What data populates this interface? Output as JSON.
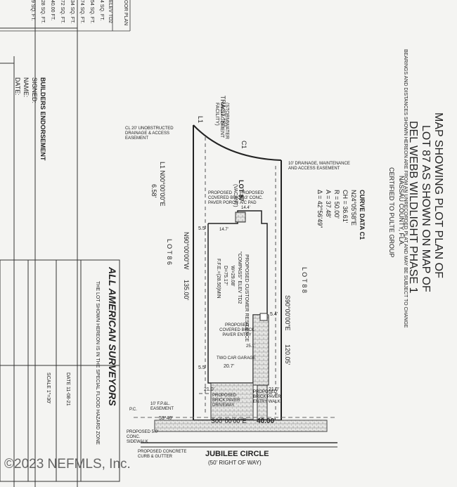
{
  "title": {
    "line1": "MAP SHOWING PLOT PLAN OF",
    "line2": "LOT 87 AS SHOWN ON MAP OF",
    "line3": "DEL WEBB WILDLIGHT PHASE 1",
    "line4": "NASSAU COUNTY, FLA.",
    "line5": "CERTIFIED TO PULTE GROUP",
    "bearings_note": "BEARINGS AND DISTANCES SHOWN HEREON ARE FROM AN UNRECORDED PLAT AND MAY BE SUBJECT TO CHANGE"
  },
  "curve": {
    "header": "CURVE DATA C1",
    "ch_bearing": "N24°05'58\"E",
    "ch": "CH = 36.61'",
    "r": "R = 50.00'",
    "a": "A = 37.48'",
    "delta": "Δ = 42°56'49\""
  },
  "lot": {
    "label": "LOT 87",
    "status": "(VACANT)",
    "adjacent_top": "L O T  8 8",
    "adjacent_bottom": "L O T  8 6",
    "tract": "TRACT \"S\"",
    "tract_desc": "(STORMWATER MANAGEMENT FACILITY)"
  },
  "bearings": {
    "east": "S90°00'00\"E",
    "east_dist": "120.05'",
    "west": "N90°00'00\"W",
    "west_dist": "135.00'",
    "south": "S00°00'00\"E",
    "south_dist": "40.00'",
    "l1": "L1 N00°00'00\"E",
    "l1_dist": "6.58'",
    "c1": "C1",
    "l1_mark": "L1"
  },
  "labels": {
    "residence": "PROPOSED CUSTOMER RESIDENCE",
    "model": "\"COMPASS\" ELEV TD2",
    "w": "W=29.08'",
    "d": "D=75.17'",
    "ffe": "F.F.E.=(28.50)MIN",
    "covered_porch": "PROPOSED COVERED BRICK PAVER PORCH",
    "ac_pad": "PROPOSED 3'x3' CONC. A/C PAD",
    "entry": "PROPOSED COVERED BRICK PAVER ENTRY",
    "garage": "TWO CAR GARAGE",
    "garage_w": "20.7'",
    "driveway": "PROPOSED BRICK PAVER DRIVEWAY",
    "entry_walk": "PROPOSED BRICK PAVER ENTRY WALK",
    "drainage_top": "10' DRAINAGE, MAINTENANCE AND ACCESS EASEMENT",
    "drainage_left": "CL 20' UNOBSTRUCTED DRAINAGE & ACCESS EASEMENT",
    "fpl": "10' F.P.&L. EASEMENT",
    "sidewalk": "PROPOSED 5.0' CONC. SIDEWALK",
    "curb": "PROPOSED CONCRETE CURB & GUTTER",
    "street": "JUBILEE CIRCLE",
    "row": "(50' RIGHT OF WAY)",
    "angle": "53°40'",
    "d55a": "5.5'",
    "d55b": "5.5'",
    "d54": "5.4'",
    "d210a": "21.0'",
    "d210b": "21.0'",
    "d144": "14.4'",
    "d147": "14.7'",
    "d251": "25.1'",
    "pc": "P.C."
  },
  "builders": {
    "heading": "BUILDERS ENDORSEMENT",
    "signed": "SIGNED:",
    "name": "NAME:",
    "date": "DATE:"
  },
  "floor_table": {
    "header": "OOR PLAN",
    "elev": "ELEV TD2",
    "rows": [
      "4 SQ. FT.",
      "54 SQ. FT.",
      "74 SQ. FT.",
      "34 SQ. FT.",
      "72 SQ. FT.",
      "40.00 FT.",
      "28 SQ. FT.",
      "9 SQ. FT."
    ]
  },
  "surveyor": {
    "company": "ALL AMERICAN SURVEYORS",
    "note": "THE LOT SHOWN HEREON IS IN THE SPECIAL FLOOD HAZARD ZONE",
    "scale": "SCALE 1\"=30'",
    "date": "DATE 11-08-21"
  },
  "watermark": "©2023 NEFMLS, Inc."
}
